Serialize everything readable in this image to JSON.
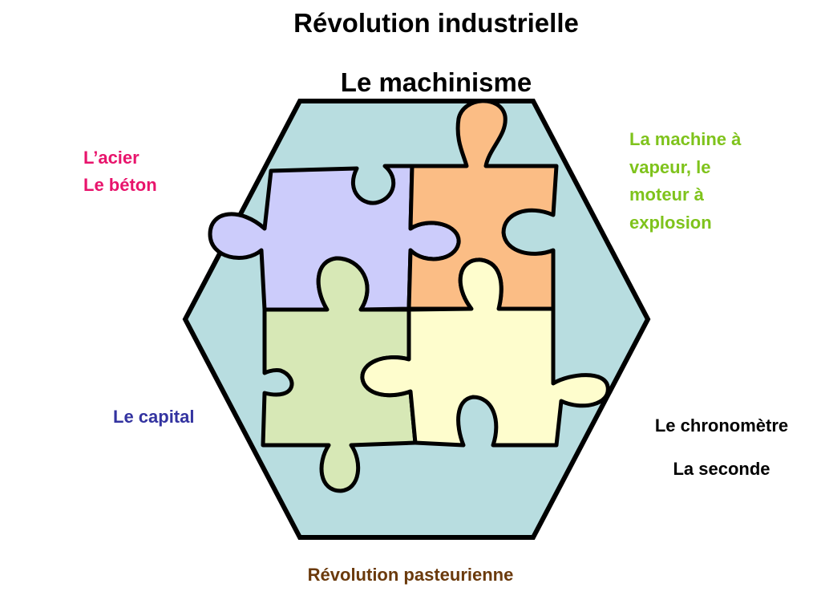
{
  "titles": {
    "main": "Révolution industrielle",
    "sub": "Le machinisme"
  },
  "labels": {
    "materials": {
      "lines": [
        "L’acier",
        "Le béton"
      ],
      "color": "#e8146c"
    },
    "energy": {
      "lines": [
        "La machine à",
        "vapeur, le",
        "moteur à",
        "explosion"
      ],
      "color": "#7fc31c"
    },
    "capital": {
      "lines": [
        "Le capital"
      ],
      "color": "#3333a0"
    },
    "time": {
      "lines": [
        "Le chronomètre",
        "La seconde"
      ],
      "color": "#000000"
    },
    "health": {
      "lines": [
        "Révolution pasteurienne"
      ],
      "color": "#6b3a0c"
    }
  },
  "colors": {
    "hexagon": "#b8dde0",
    "piece_top_left": "#ccccfb",
    "piece_top_right": "#fbbd85",
    "piece_bottom_left": "#d7e8b6",
    "piece_bottom_right": "#fefdcd",
    "outline": "#000000"
  }
}
